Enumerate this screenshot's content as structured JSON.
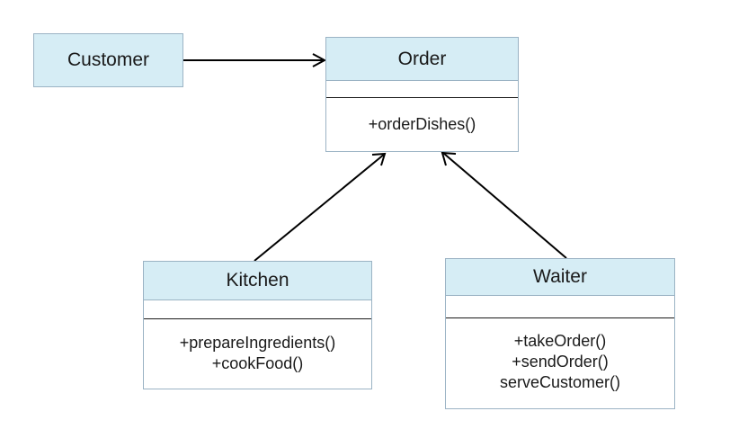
{
  "diagram": {
    "customer": {
      "name": "Customer"
    },
    "order": {
      "name": "Order",
      "operations": [
        "+orderDishes()"
      ]
    },
    "kitchen": {
      "name": "Kitchen",
      "operations": [
        "+prepareIngredients()",
        "+cookFood()"
      ]
    },
    "waiter": {
      "name": "Waiter",
      "operations": [
        "+takeOrder()",
        "+sendOrder()",
        "serveCustomer()"
      ]
    },
    "relations": [
      {
        "from": "Customer",
        "to": "Order",
        "type": "association-arrow"
      },
      {
        "from": "Kitchen",
        "to": "Order",
        "type": "association-arrow"
      },
      {
        "from": "Waiter",
        "to": "Order",
        "type": "association-arrow"
      }
    ]
  }
}
